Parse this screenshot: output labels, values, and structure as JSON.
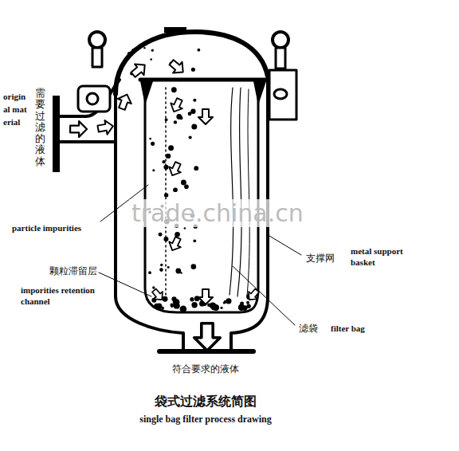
{
  "diagram": {
    "title": "袋式过滤系统简图",
    "caption": "single bag filter process drawing",
    "labels": [
      "original material",
      "需要过滤的液体",
      "particle impurities",
      "trade.china.cn",
      "颗粒滞留层",
      "imporities retention channel",
      "支撑网",
      "metal support basket",
      "滤袋",
      "filter bag",
      "符合要求的液体"
    ]
  }
}
